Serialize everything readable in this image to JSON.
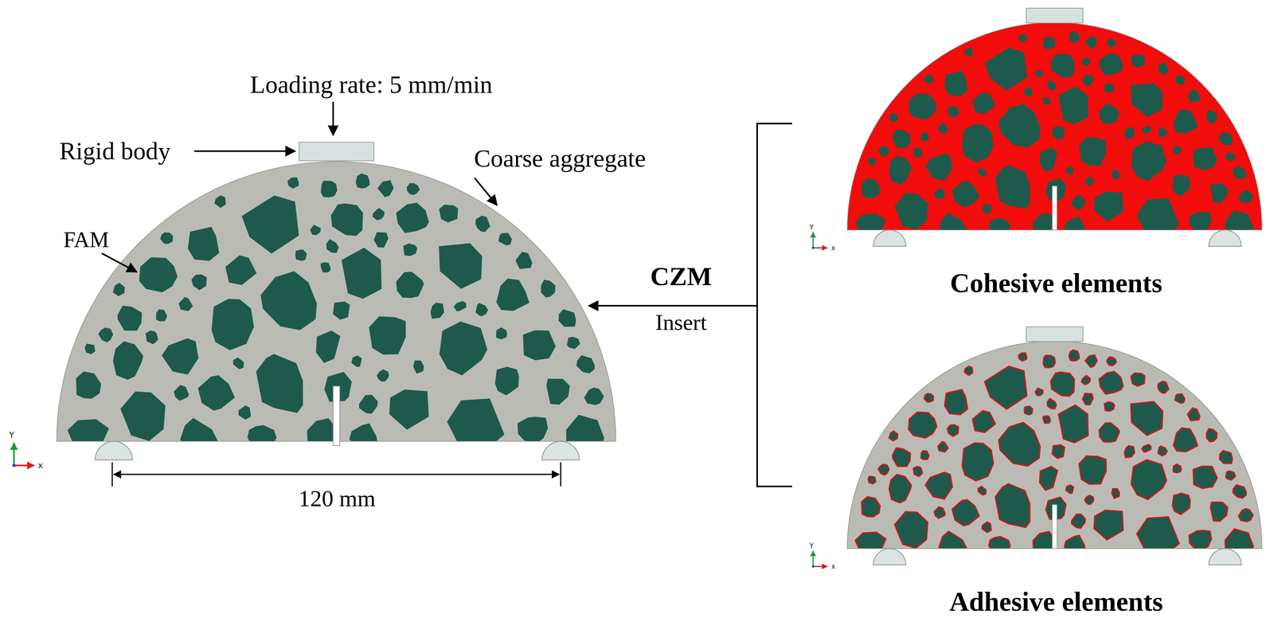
{
  "diagram": {
    "labels": [
      "Loading rate: 5 mm/min",
      "Rigid body",
      "Coarse aggregate",
      "FAM",
      "120 mm",
      "CZM",
      "Insert",
      "Cohesive elements",
      "Adhesive elements",
      "Y",
      "x",
      "Y",
      "x",
      "Y",
      "x"
    ]
  }
}
